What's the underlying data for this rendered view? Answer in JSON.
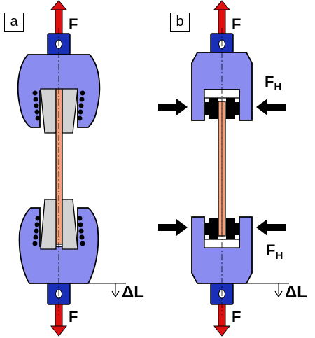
{
  "panels": {
    "a": {
      "label": "a"
    },
    "b": {
      "label": "b"
    }
  },
  "labels": {
    "force": "F",
    "clamp_force_main": "F",
    "clamp_force_sub": "H",
    "elongation": "ΔL"
  },
  "colors": {
    "grip": "#8a8cf0",
    "specimen": "#f4a27c",
    "wedge": "#d2d2d2",
    "pin_block": "#1a2fb8",
    "pull_arrow": "#e01010",
    "push_arrow": "#000000",
    "outline": "#000000"
  }
}
